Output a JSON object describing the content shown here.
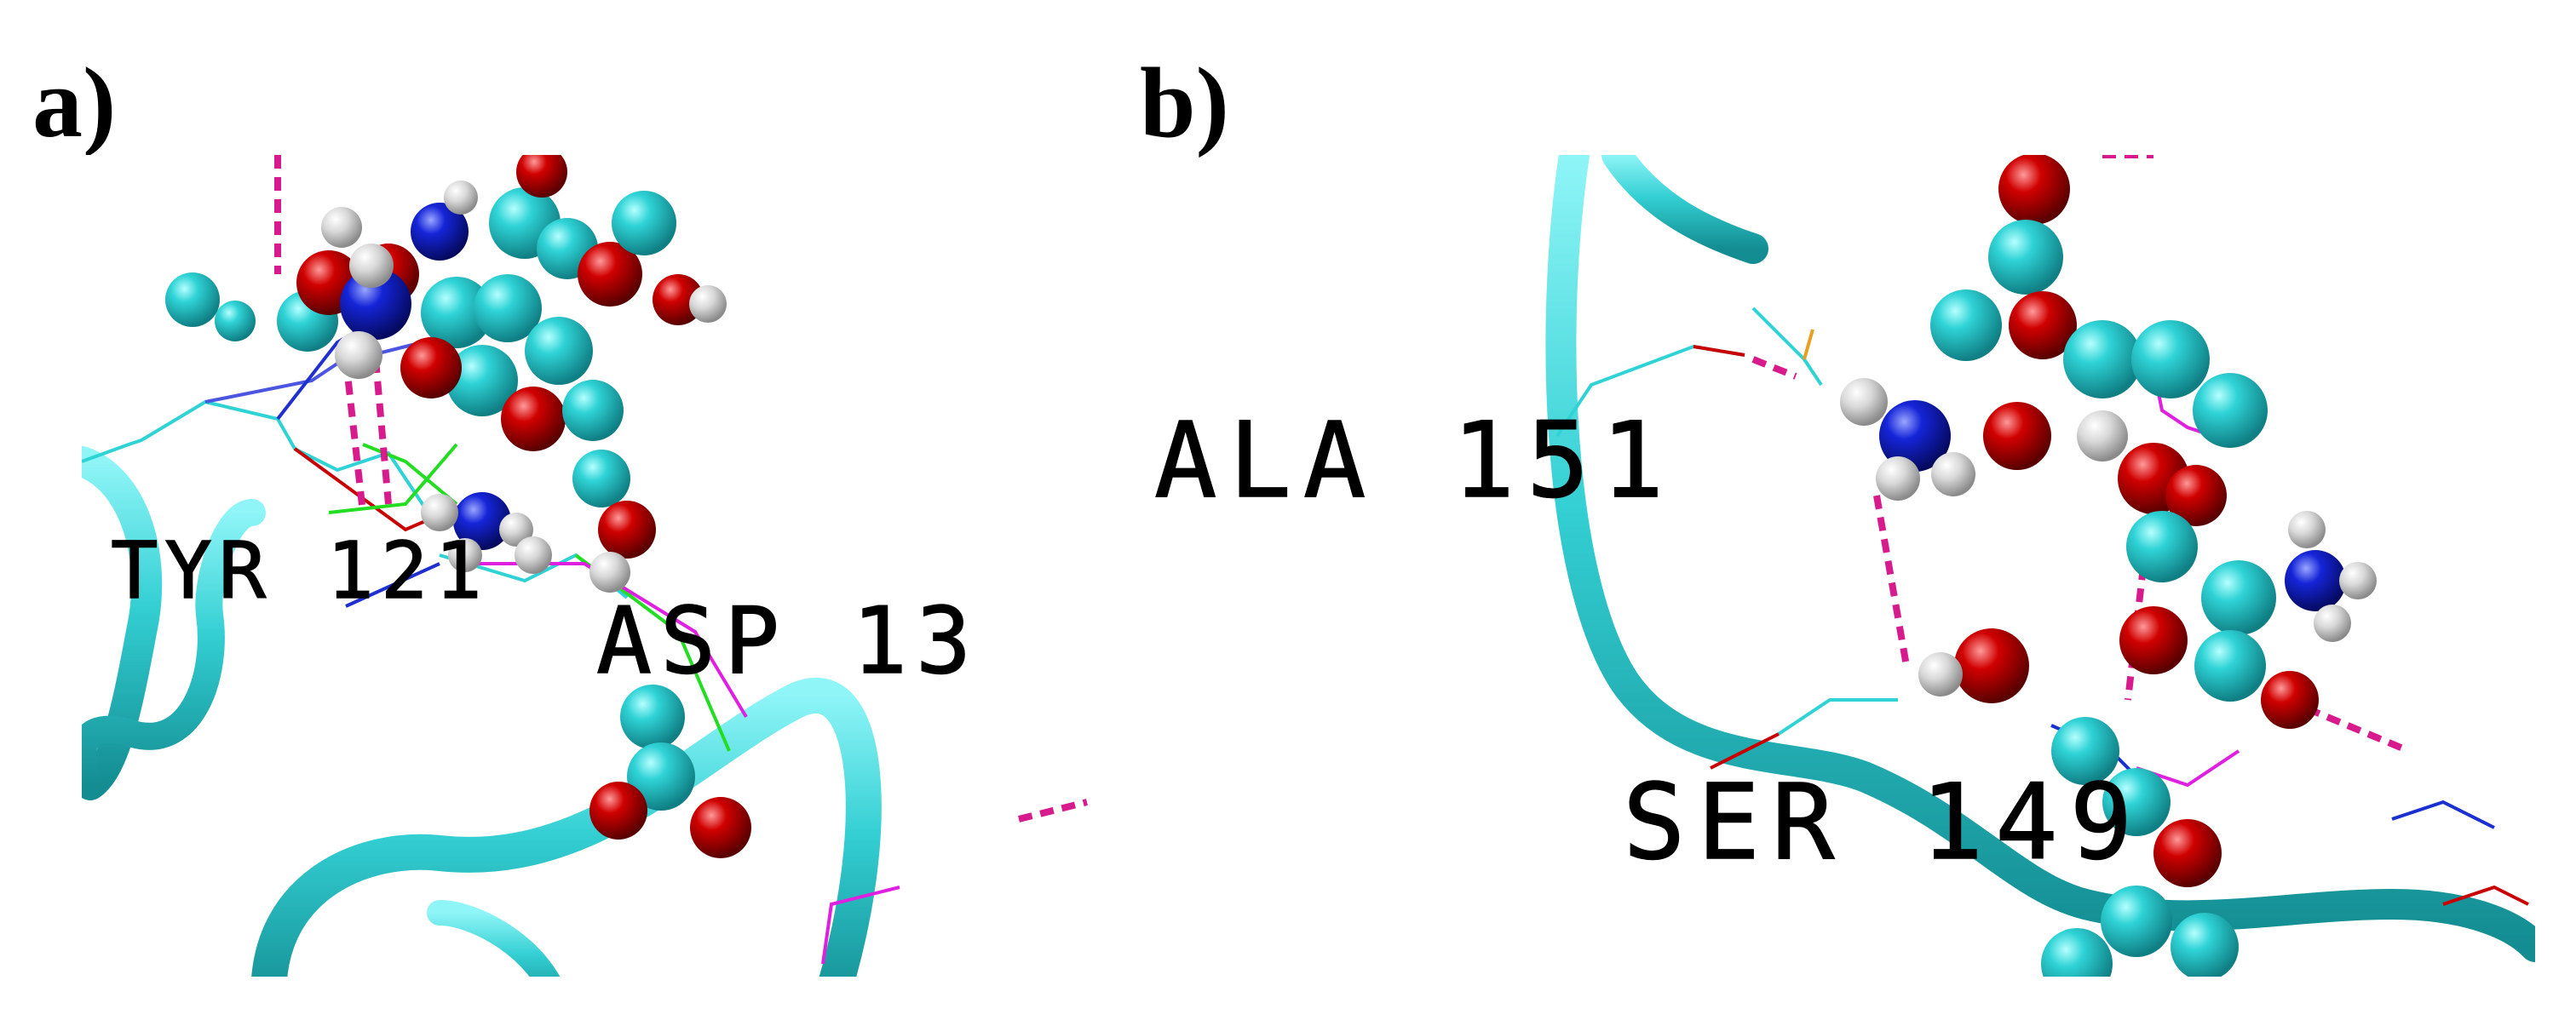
{
  "figure": {
    "panel_a": {
      "label": "a)",
      "residue_labels": {
        "tyr": "TYR 121",
        "asp": "ASP 13"
      }
    },
    "panel_b": {
      "label": "b)",
      "residue_labels": {
        "ala": "ALA 151",
        "ser": "SER 149"
      }
    }
  },
  "colors": {
    "ribbon": "#35d0d4",
    "ribbon_dark": "#1a9ea3",
    "carbon": "#28c7c9",
    "oxygen": "#c80000",
    "nitrogen": "#1020d0",
    "hydrogen": "#d8d8d8",
    "hbond": "#d81b8c",
    "contact_green": "#22dd22",
    "contact_blue": "#3040e0",
    "contact_magenta": "#e020e0"
  }
}
